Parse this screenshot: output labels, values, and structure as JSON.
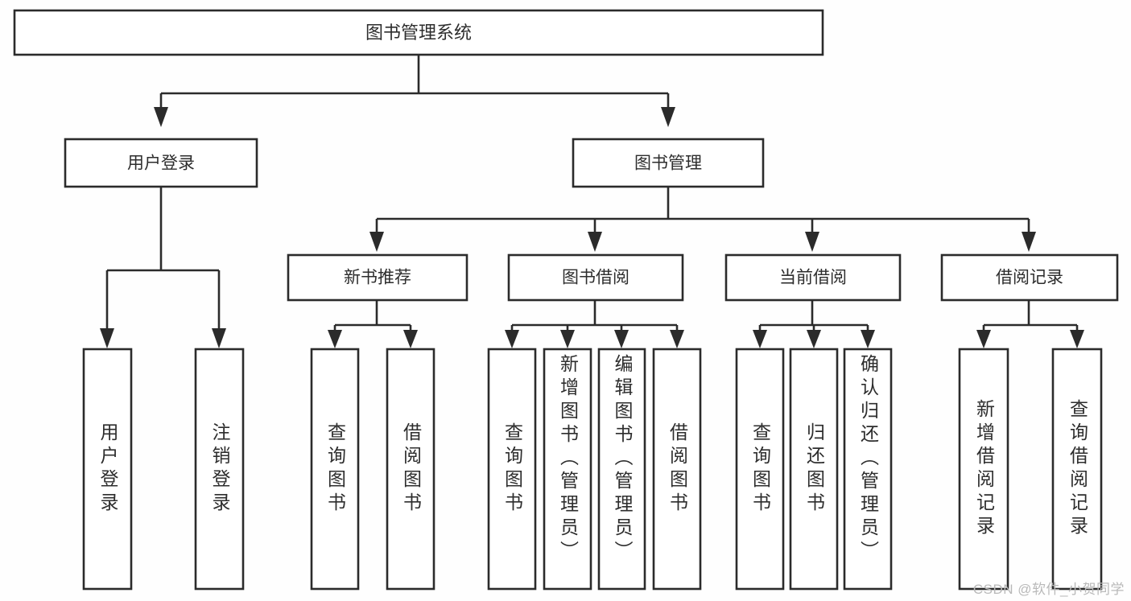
{
  "diagram": {
    "title": "图书管理系统",
    "type": "tree",
    "root": {
      "id": "root",
      "label": "图书管理系统"
    },
    "level2": [
      {
        "id": "user-login",
        "label": "用户登录"
      },
      {
        "id": "book-management",
        "label": "图书管理"
      }
    ],
    "level3": [
      {
        "id": "new-book-recommend",
        "label": "新书推荐",
        "parent": "book-management"
      },
      {
        "id": "book-borrow",
        "label": "图书借阅",
        "parent": "book-management"
      },
      {
        "id": "current-borrow",
        "label": "当前借阅",
        "parent": "book-management"
      },
      {
        "id": "borrow-record",
        "label": "借阅记录",
        "parent": "book-management"
      }
    ],
    "leaves": [
      {
        "id": "leaf-user-login",
        "label": "用户登录",
        "parent": "user-login",
        "align": "middle"
      },
      {
        "id": "leaf-logout-login",
        "label": "注销登录",
        "parent": "user-login",
        "align": "middle"
      },
      {
        "id": "leaf-query-book-1",
        "label": "查询图书",
        "parent": "new-book-recommend",
        "align": "middle"
      },
      {
        "id": "leaf-borrow-book-1",
        "label": "借阅图书",
        "parent": "new-book-recommend",
        "align": "middle"
      },
      {
        "id": "leaf-query-book-2",
        "label": "查询图书",
        "parent": "book-borrow",
        "align": "middle"
      },
      {
        "id": "leaf-add-book-admin",
        "label": "新增图书（管理员）",
        "parent": "book-borrow",
        "align": "top"
      },
      {
        "id": "leaf-edit-book-admin",
        "label": "编辑图书（管理员）",
        "parent": "book-borrow",
        "align": "top"
      },
      {
        "id": "leaf-borrow-book-2",
        "label": "借阅图书",
        "parent": "book-borrow",
        "align": "middle"
      },
      {
        "id": "leaf-query-book-3",
        "label": "查询图书",
        "parent": "current-borrow",
        "align": "middle"
      },
      {
        "id": "leaf-return-book",
        "label": "归还图书",
        "parent": "current-borrow",
        "align": "middle"
      },
      {
        "id": "leaf-confirm-return-admin",
        "label": "确认归还（管理员）",
        "parent": "current-borrow",
        "align": "top"
      },
      {
        "id": "leaf-add-borrow-record",
        "label": "新增借阅记录",
        "parent": "borrow-record",
        "align": "middle"
      },
      {
        "id": "leaf-query-borrow-record",
        "label": "查询借阅记录",
        "parent": "borrow-record",
        "align": "middle"
      }
    ],
    "watermark": "CSDN @软件_小贺同学",
    "colors": {
      "stroke": "#2b2b2b",
      "box_fill": "#ffffff",
      "text": "#2d2d2d",
      "background": "#fefefe",
      "watermark": "#b9b9b9"
    }
  }
}
